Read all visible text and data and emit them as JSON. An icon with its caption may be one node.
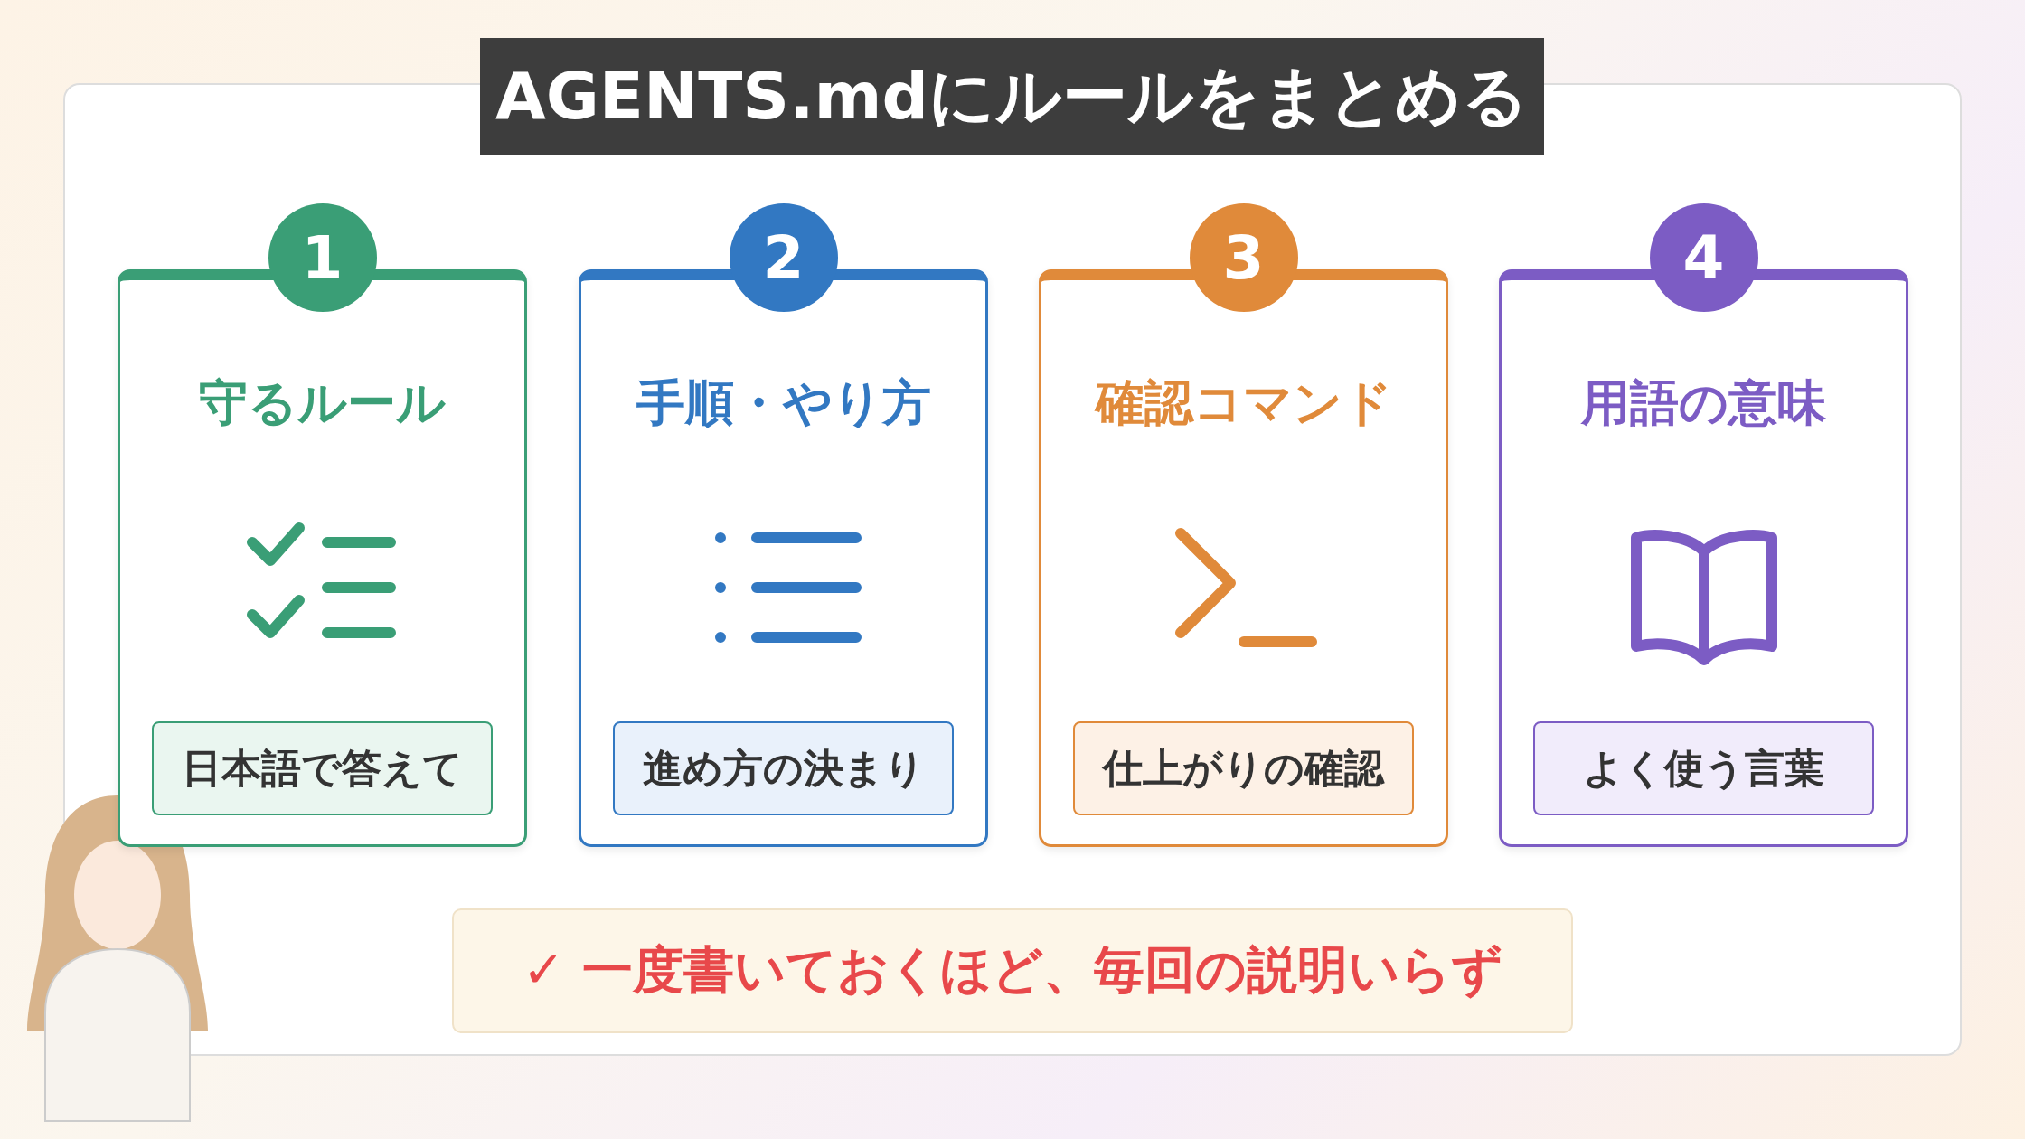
{
  "diagram": {
    "title": "AGENTS.mdにルールをまとめる",
    "nodes": [
      {
        "text": [
          "1",
          "守るルール"
        ]
      },
      {
        "text": [
          "日本語で答えて"
        ],
        "in": 0
      },
      {
        "text": [
          "2",
          "手順・やり方"
        ]
      },
      {
        "text": [
          "進め方の決まり"
        ],
        "in": 2
      },
      {
        "text": [
          "3",
          "確認コマンド"
        ]
      },
      {
        "text": [
          "仕上がりの確認"
        ],
        "in": 4
      },
      {
        "text": [
          "4",
          "用語の意味"
        ]
      },
      {
        "text": [
          "よく使う言葉"
        ],
        "in": 6
      },
      {
        "text": [
          "✓ 一度書いておくほど、毎回の説明いらず"
        ]
      }
    ],
    "edges": []
  }
}
